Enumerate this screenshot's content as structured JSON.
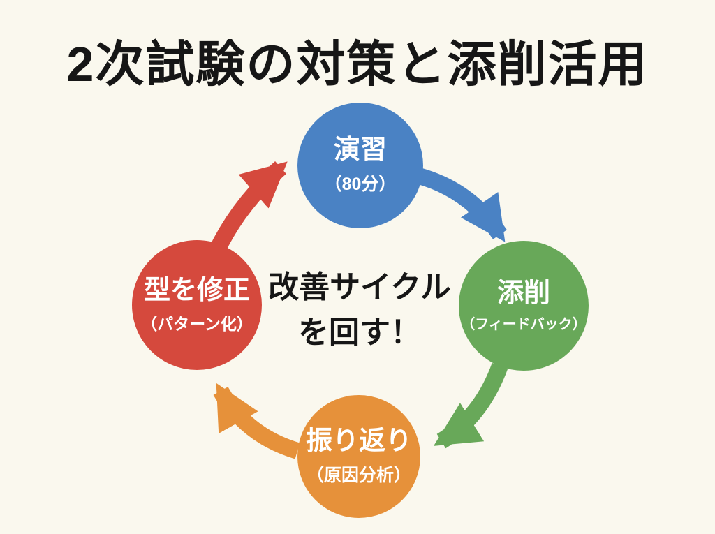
{
  "title": "2次試験の対策と添削活用",
  "center": {
    "line1": "改善サイクル",
    "line2": "を回す！"
  },
  "nodes": [
    {
      "id": "practice",
      "label": "演習",
      "sublabel": "（80分）",
      "color": "#4a82c4",
      "position": "top"
    },
    {
      "id": "correction",
      "label": "添削",
      "sublabel": "（フィードバック）",
      "color": "#68a859",
      "position": "right"
    },
    {
      "id": "review",
      "label": "振り返り",
      "sublabel": "（原因分析）",
      "color": "#e6913a",
      "position": "bottom"
    },
    {
      "id": "fix-form",
      "label": "型を修正",
      "sublabel": "（パターン化）",
      "color": "#d5493d",
      "position": "left"
    }
  ],
  "colors": {
    "background": "#faf8ee",
    "title_text": "#161616",
    "center_text": "#161616",
    "node_text": "#ffffff"
  }
}
